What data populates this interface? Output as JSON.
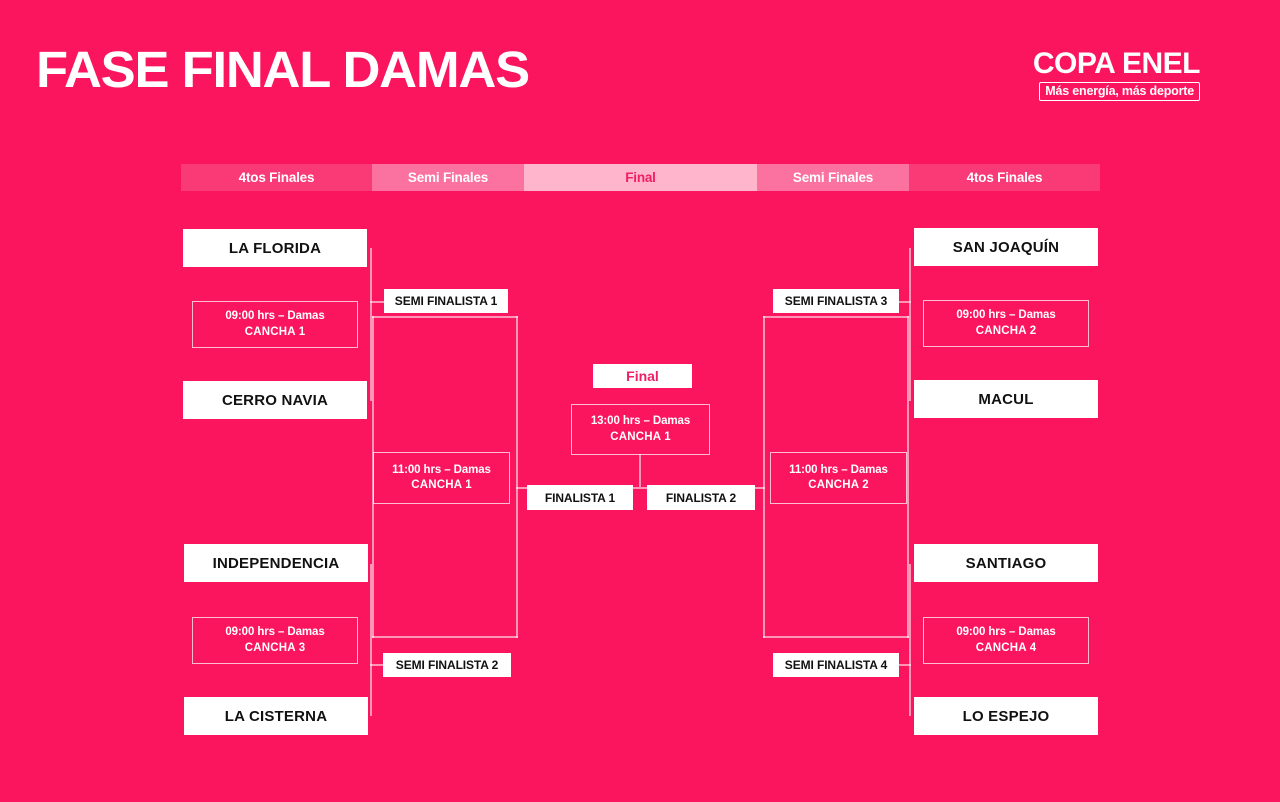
{
  "header": {
    "title": "FASE FINAL DAMAS",
    "logo_main": "COPA ENEL",
    "logo_tagline": "Más energía, más deporte"
  },
  "rounds": [
    {
      "label": "4tos Finales",
      "side": "left",
      "tier": "quarter"
    },
    {
      "label": "Semi Finales",
      "side": "left",
      "tier": "semi"
    },
    {
      "label": "Final",
      "side": "center",
      "tier": "final"
    },
    {
      "label": "Semi Finales",
      "side": "right",
      "tier": "semi"
    },
    {
      "label": "4tos Finales",
      "side": "right",
      "tier": "quarter"
    }
  ],
  "bracket": {
    "left": {
      "quarterfinals": [
        {
          "top_team": "LA FLORIDA",
          "bottom_team": "CERRO NAVIA",
          "match": {
            "time": "09:00 hrs – Damas",
            "court": "CANCHA 1"
          },
          "winner_slot": "SEMI FINALISTA 1"
        },
        {
          "top_team": "INDEPENDENCIA",
          "bottom_team": "LA CISTERNA",
          "match": {
            "time": "09:00 hrs – Damas",
            "court": "CANCHA 3"
          },
          "winner_slot": "SEMI FINALISTA 2"
        }
      ],
      "semifinal": {
        "match": {
          "time": "11:00 hrs – Damas",
          "court": "CANCHA 1"
        },
        "winner_slot": "FINALISTA 1"
      }
    },
    "right": {
      "quarterfinals": [
        {
          "top_team": "SAN JOAQUÍN",
          "bottom_team": "MACUL",
          "match": {
            "time": "09:00 hrs – Damas",
            "court": "CANCHA 2"
          },
          "winner_slot": "SEMI FINALISTA 3"
        },
        {
          "top_team": "SANTIAGO",
          "bottom_team": "LO ESPEJO",
          "match": {
            "time": "09:00 hrs – Damas",
            "court": "CANCHA 4"
          },
          "winner_slot": "SEMI FINALISTA 4"
        }
      ],
      "semifinal": {
        "match": {
          "time": "11:00 hrs – Damas",
          "court": "CANCHA 2"
        },
        "winner_slot": "FINALISTA 2"
      }
    },
    "final": {
      "label": "Final",
      "match": {
        "time": "13:00 hrs – Damas",
        "court": "CANCHA 1"
      }
    }
  },
  "colors": {
    "background": "#fb145e",
    "round_quarter": "#fa3a76",
    "round_semi": "#fb71a0",
    "round_final": "#ffb6cd",
    "accent_text": "#f01e65",
    "box_bg": "#ffffff",
    "box_text": "#111111"
  }
}
